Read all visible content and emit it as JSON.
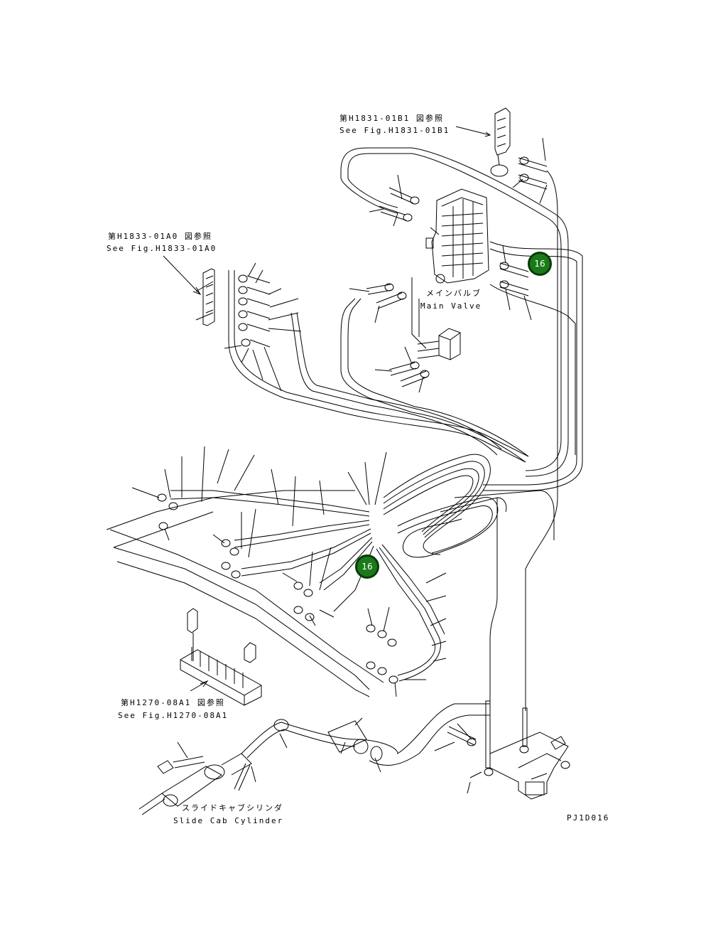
{
  "labels": {
    "ref_valve_jp": "第H1831-01B1 図参照",
    "ref_valve_en": "See Fig.H1831-01B1",
    "ref_block_jp": "第H1833-01A0 図参照",
    "ref_block_en": "See Fig.H1833-01A0",
    "main_valve_jp": "メインバルブ",
    "main_valve_en": "Main Valve",
    "ref_manifold_jp": "第H1270-08A1 図参照",
    "ref_manifold_en": "See Fig.H1270-08A1",
    "cylinder_jp": "スライドキャブシリンダ",
    "cylinder_en": "Slide Cab Cylinder",
    "figure_code": "PJ1D016"
  },
  "markers": [
    {
      "label": "16"
    },
    {
      "label": "16"
    }
  ],
  "colors": {
    "marker_fill": "#1a7a1a",
    "marker_border": "#0a3a0a",
    "line": "#000000"
  }
}
